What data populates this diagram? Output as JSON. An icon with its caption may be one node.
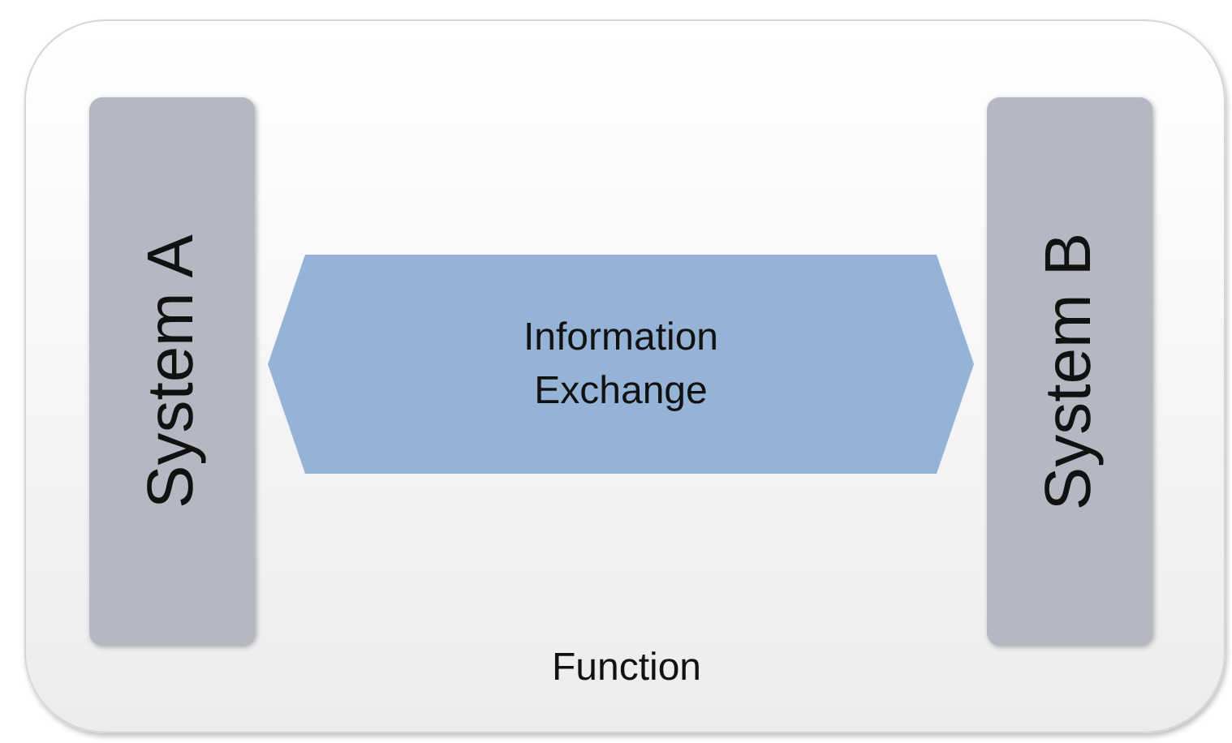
{
  "diagram": {
    "nodes": [
      {
        "text": [
          "Function"
        ]
      },
      {
        "text": [
          "System A"
        ],
        "in": 0
      },
      {
        "text": [
          "Information Exchange"
        ],
        "in": 0
      },
      {
        "text": [
          "System B"
        ],
        "in": 0
      }
    ]
  }
}
